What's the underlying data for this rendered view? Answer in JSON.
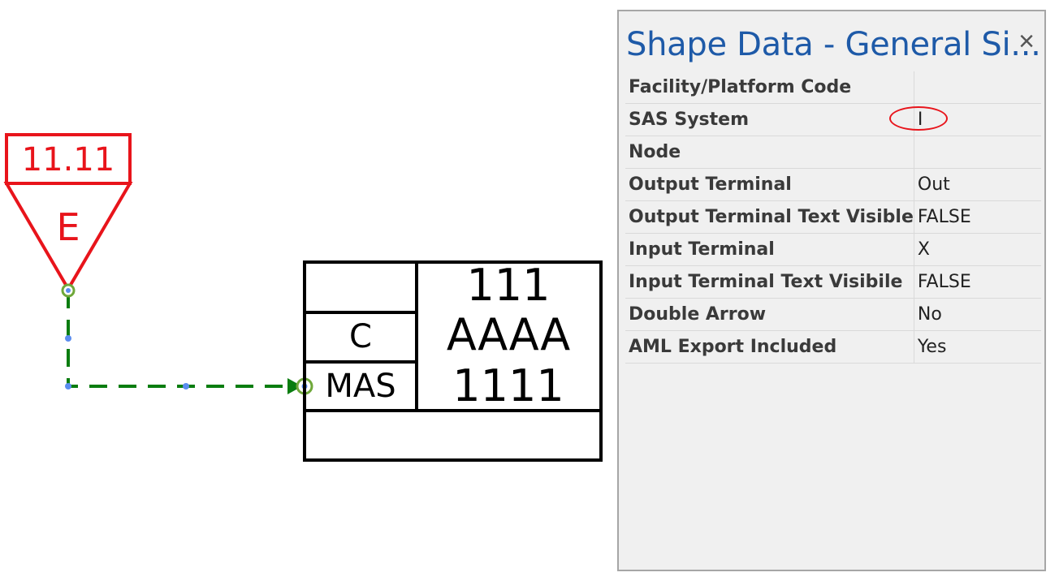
{
  "drawing": {
    "tag_symbol": {
      "number": "11.11",
      "letter": "E",
      "color": "#e8141b"
    },
    "block": {
      "top_left": "",
      "left_middle": "C",
      "left_bottom": "MAS",
      "right_line1": "111",
      "right_line2": "AAAA",
      "right_line3": "1111",
      "bottom": ""
    },
    "connector": {
      "color": "#0a7d10",
      "style": "dashed-arrow"
    }
  },
  "panel": {
    "title": "Shape Data - General Si...",
    "close_icon": "close-icon",
    "rows": [
      {
        "name": "Facility/Platform Code",
        "value": ""
      },
      {
        "name": "SAS System",
        "value": "I"
      },
      {
        "name": "Node",
        "value": ""
      },
      {
        "name": "Output Terminal",
        "value": "Out"
      },
      {
        "name": "Output Terminal Text Visible",
        "value": "FALSE"
      },
      {
        "name": "Input Terminal",
        "value": "X"
      },
      {
        "name": "Input Terminal Text Visibile",
        "value": "FALSE"
      },
      {
        "name": "Double Arrow",
        "value": "No"
      },
      {
        "name": "AML Export Included",
        "value": "Yes"
      }
    ],
    "highlight_color": "#e8141b",
    "title_color": "#1e5aa8"
  }
}
